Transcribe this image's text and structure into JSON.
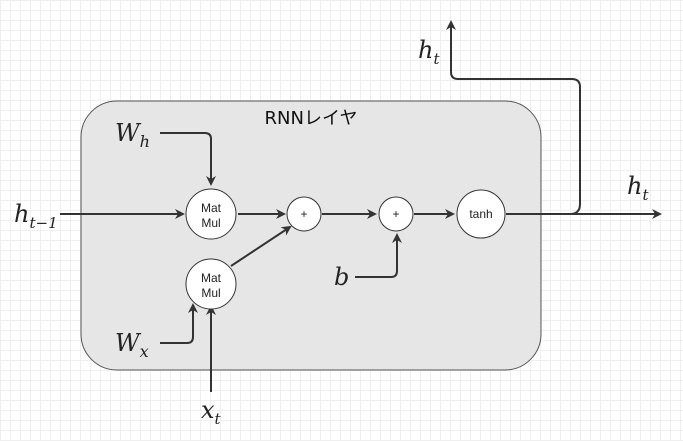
{
  "diagram": {
    "layer_title": "RNNレイヤ",
    "nodes": {
      "matmul_h": [
        "Mat",
        "Mul"
      ],
      "matmul_x": [
        "Mat",
        "Mul"
      ],
      "add1": "+",
      "add2": "+",
      "tanh": "tanh"
    },
    "labels": {
      "W_h": {
        "base": "W",
        "sub": "h"
      },
      "W_x": {
        "base": "W",
        "sub": "x"
      },
      "h_prev": {
        "base": "h",
        "sub": "t−1"
      },
      "x_t": {
        "base": "x",
        "sub": "t"
      },
      "b": {
        "base": "b",
        "sub": ""
      },
      "h_out_up": {
        "base": "h",
        "sub": "t"
      },
      "h_out_right": {
        "base": "h",
        "sub": "t"
      }
    },
    "colors": {
      "box_fill": "#e6e6e6",
      "box_stroke": "#555555",
      "edge": "#333333",
      "node_fill": "#ffffff"
    }
  }
}
